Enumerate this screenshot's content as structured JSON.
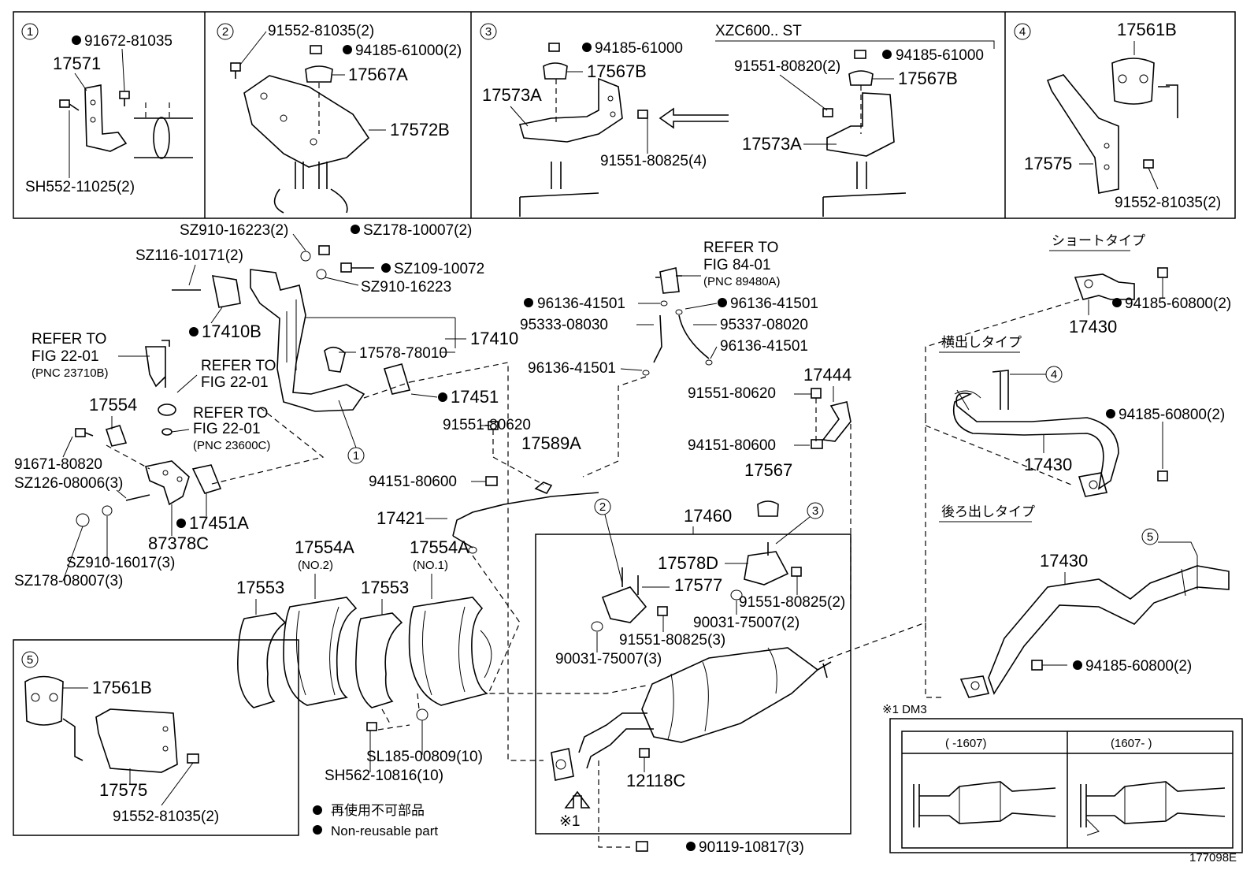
{
  "figure_id": "177098E",
  "inset_boxes": {
    "b1": {
      "num": "1",
      "parts": {
        "bolt_a": "91672-81035",
        "bracket": "17571",
        "bolt_b": "SH552-11025(2)"
      }
    },
    "b2": {
      "num": "2",
      "parts": {
        "bolt": "91552-81035(2)",
        "nut": "94185-61000(2)",
        "cushion": "17567A",
        "bracket": "17572B"
      }
    },
    "b3": {
      "num": "3",
      "variant": "XZC600.. ST",
      "parts": {
        "nut_l": "94185-61000",
        "cushion_l": "17567B",
        "bracket_l": "17573A",
        "bolt_l": "91551-80825(4)",
        "bolt_r": "91551-80820(2)",
        "nut_r": "94185-61000",
        "cushion_r": "17567B",
        "bracket_r": "17573A"
      }
    },
    "b4": {
      "num": "4",
      "parts": {
        "hanger": "17561B",
        "bracket": "17575",
        "bolt": "91552-81035(2)"
      }
    },
    "b5": {
      "num": "5",
      "parts": {
        "hanger": "17561B",
        "bracket": "17575",
        "bolt": "91552-81035(2)"
      }
    }
  },
  "labels": {
    "sz910a": "SZ910-16223(2)",
    "sz178a": "SZ178-10007(2)",
    "sz116": "SZ116-10171(2)",
    "sz109": "SZ109-10072",
    "sz910b": "SZ910-16223",
    "p17410b": "17410B",
    "p17410": "17410",
    "p17578": "17578-78010",
    "refer": "REFER TO",
    "fig2201": "FIG 22-01",
    "pnc23710": "(PNC 23710B)",
    "pnc23600": "(PNC 23600C)",
    "p17554": "17554",
    "p91671": "91671-80820",
    "sz126": "SZ126-08006(3)",
    "sz910c": "SZ910-16017(3)",
    "sz178b": "SZ178-08007(3)",
    "p17451a": "17451A",
    "p87378": "87378C",
    "p17451": "17451",
    "p91551_620a": "91551-80620",
    "p94151a": "94151-80600",
    "p17589": "17589A",
    "p17421": "17421",
    "fig8401": "FIG 84-01",
    "pnc89480": "(PNC 89480A)",
    "p96136a": "96136-41501",
    "p96136b": "96136-41501",
    "p96136c": "96136-41501",
    "p96136d": "96136-41501",
    "p95333": "95333-08030",
    "p95337": "95337-08020",
    "p17444": "17444",
    "p91551_620b": "91551-80620",
    "p94151b": "94151-80600",
    "p17567": "17567",
    "p17460": "17460",
    "p17578d": "17578D",
    "p17577": "17577",
    "p91551_825a": "91551-80825(2)",
    "p90031a": "90031-75007(2)",
    "p91551_825b": "91551-80825(3)",
    "p90031b": "90031-75007(3)",
    "p12118": "12118C",
    "mark1": "※1",
    "p90119": "90119-10817(3)",
    "p17554a2": "17554A",
    "no2": "(NO.2)",
    "p17554a1": "17554A",
    "no1": "(NO.1)",
    "p17553a": "17553",
    "p17553b": "17553",
    "sl185": "SL185-00809(10)",
    "sh562": "SH562-10816(10)",
    "short_type": "ショートタイプ",
    "side_type": "横出しタイプ",
    "rear_type": "後ろ出しタイプ",
    "p17430a": "17430",
    "p17430b": "17430",
    "p17430c": "17430",
    "p94185_800a": "94185-60800(2)",
    "p94185_800b": "94185-60800(2)",
    "p94185_800c": "94185-60800(2)"
  },
  "dm3": {
    "title": "※1 DM3",
    "left_range": "(      -1607)",
    "right_range": "(1607-      )"
  },
  "legend": {
    "jp": "再使用不可部品",
    "en": "Non-reusable part"
  }
}
